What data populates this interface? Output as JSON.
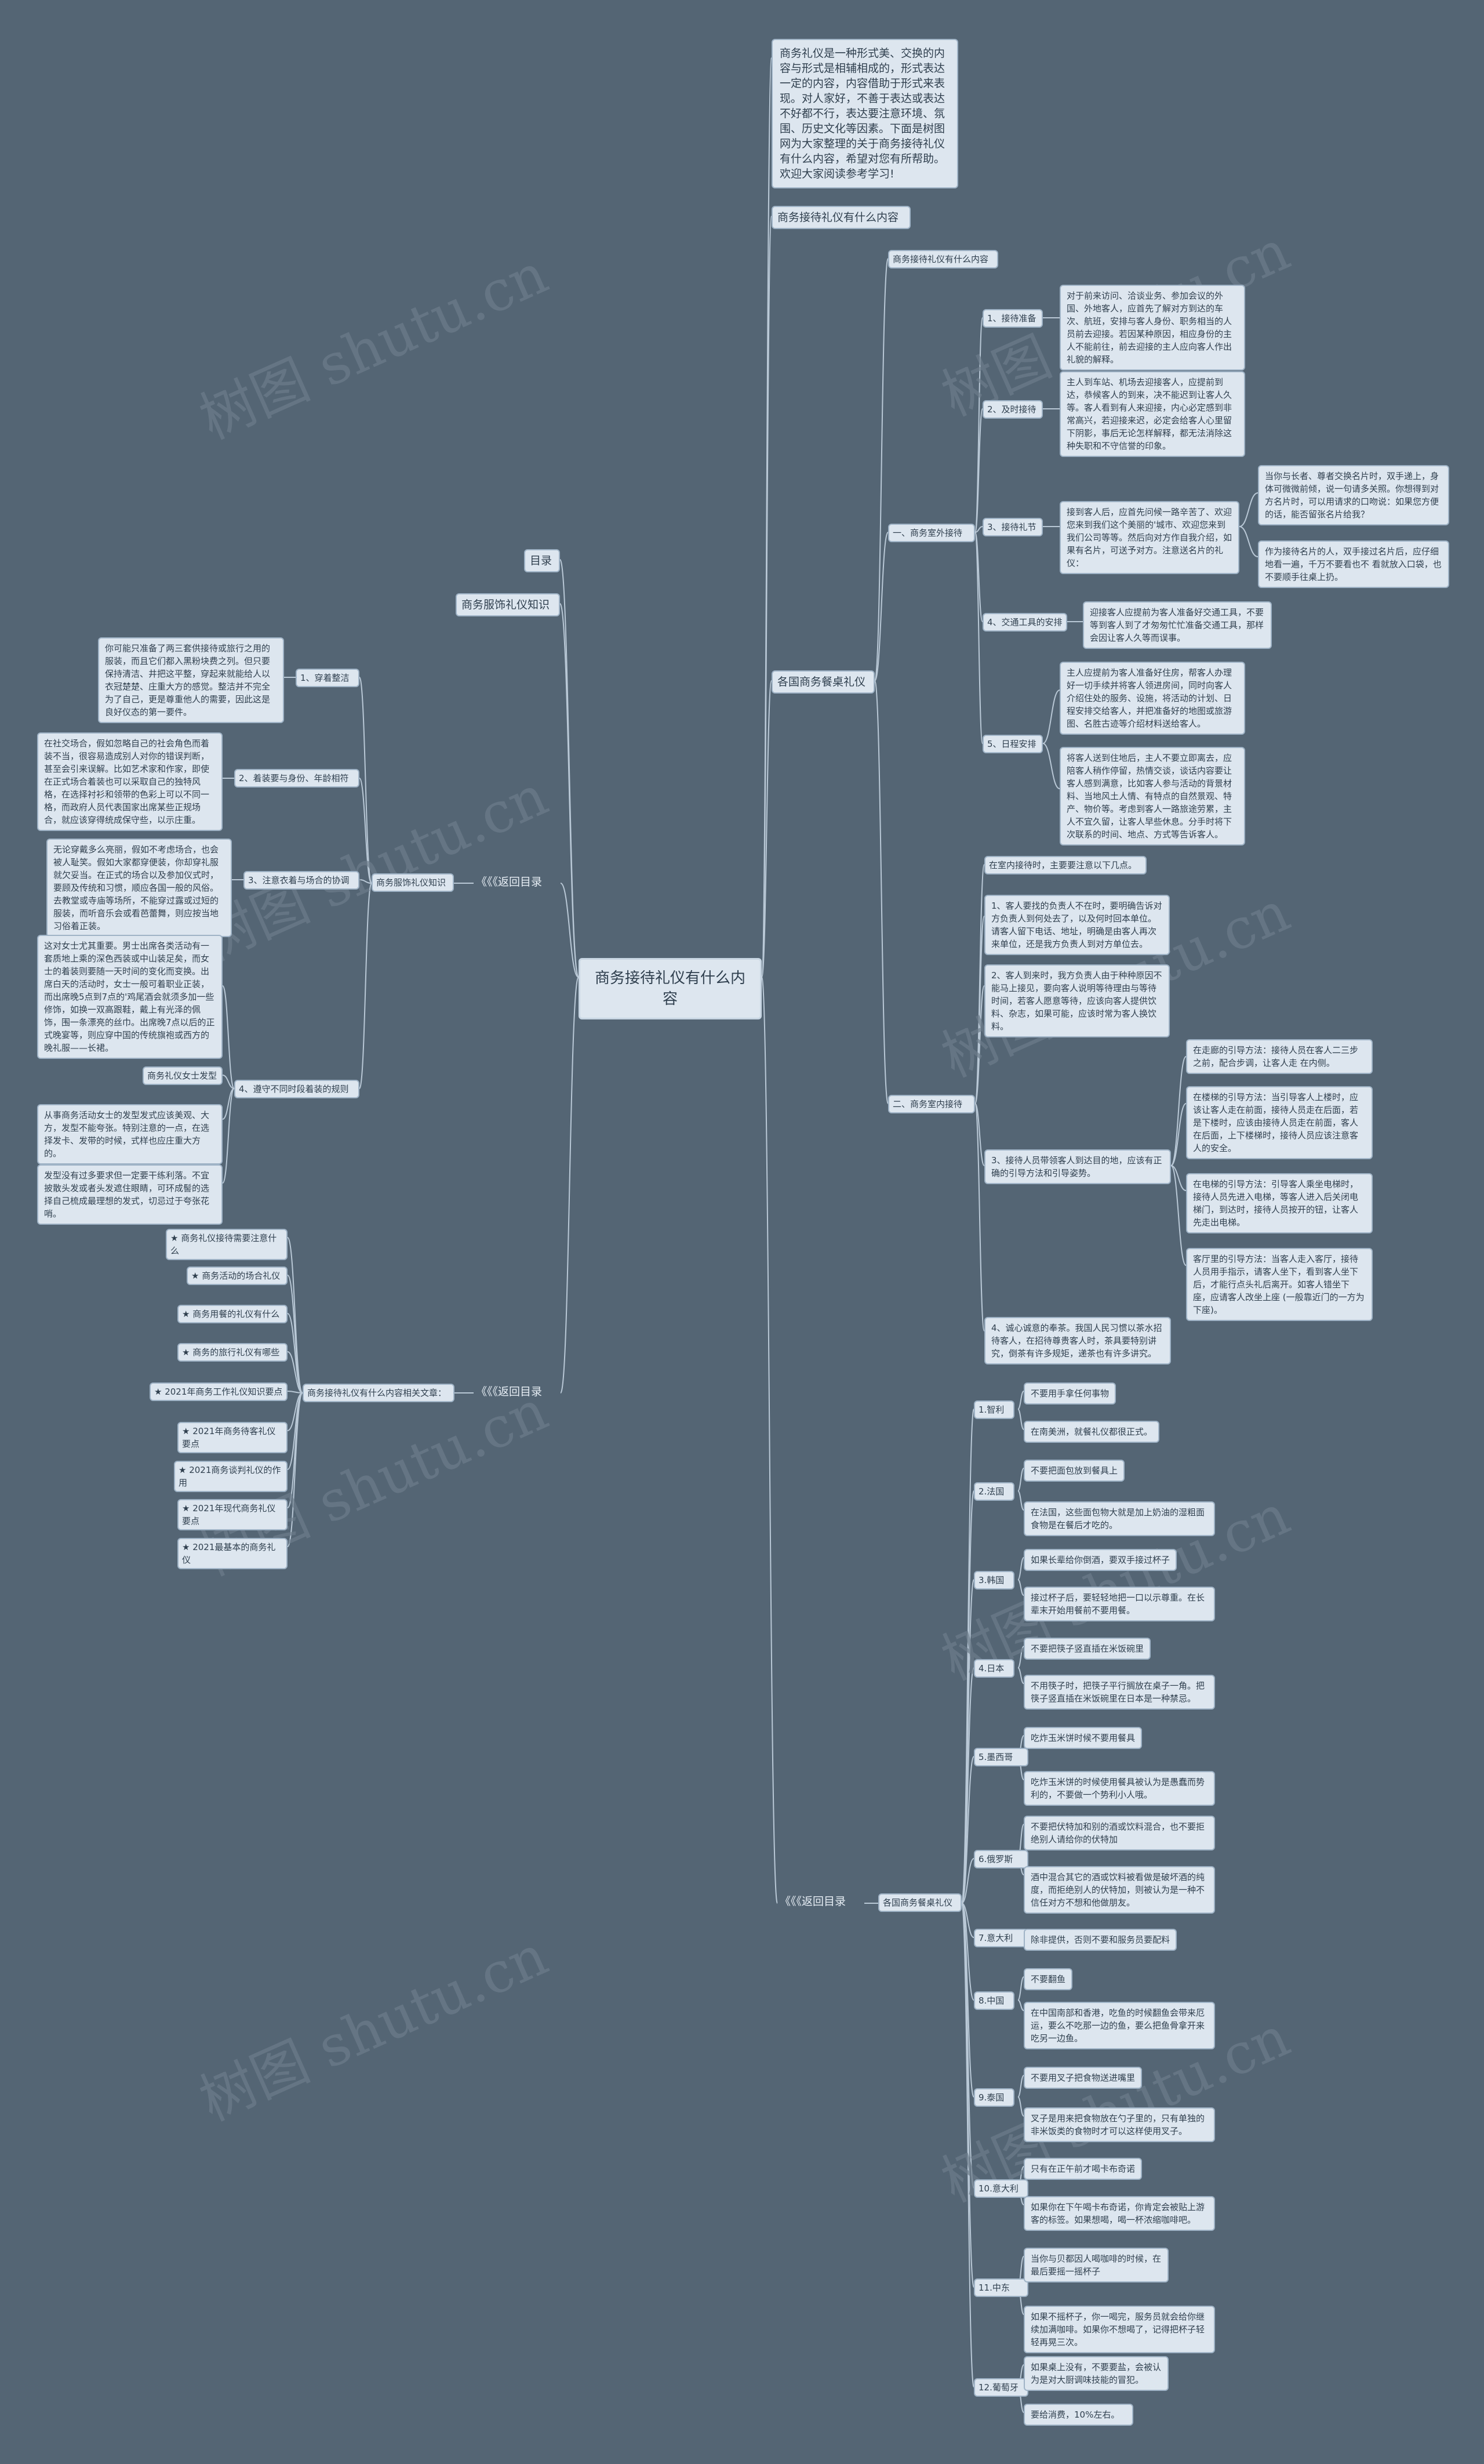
{
  "watermark": "树图 shutu.cn",
  "center": "商务接待礼仪有什么内容",
  "left": {
    "catalog": "目录",
    "dress_title": "商务服饰礼仪知识",
    "back1": "《《《返回目录",
    "dress_sub": "商务服饰礼仪知识",
    "dress_items": [
      {
        "label": "1、穿着整洁",
        "text": "你可能只准备了两三套供接待或旅行之用的服装，而且它们都入黑粉块费之列。但只要保持清洁、井把这平整，穿起来就能给人以衣冠楚楚、庄重大方的感觉。整洁并不完全为了自己，更是尊重他人的需要，因此这是良好仪态的第一要件。"
      },
      {
        "label": "2、着装要与身份、年龄相符",
        "text": "在社交场合，假如忽略自己的社会角色而着装不当，很容易造成别人对你的错误判断，甚至会引来误解。比如艺术家和作家，即使在正式场合着装也可以采取自己的独特风格，在选择衬衫和领带的色彩上可以不同一格，而政府人员代表国家出席某些正规场合，就应该穿得统成保守些，以示庄重。"
      },
      {
        "label": "3、注意衣着与场合的协调",
        "text": "无论穿戴多么亮丽，假如不考虑场合，也会被人耻笑。假如大家都穿便装，你却穿礼服就欠妥当。在正式的场合以及参加仪式时，要顾及传统和习惯，顺应各国一般的风俗。去教堂或寺庙等场所，不能穿过露或过短的服装，而听音乐会或看芭蕾舞，则应按当地习俗着正装。"
      },
      {
        "label": "4、遵守不同时段着装的规则",
        "texts": [
          "这对女士尤其重要。男士出席各类活动有一套质地上乘的深色西装或中山装足矣，而女士的着装则要随一天时间的变化而变换。出席白天的活动时，女士一般可着职业正装，而出席晚5点到7点的'鸡尾酒会就须多加一些修饰，如换一双高跟鞋，戴上有光泽的佩饰，围一条漂亮的丝巾。出席晚7点以后的正式晚宴等，则应穿中国的传统旗袍或西方的晚礼服——长裙。",
          "商务礼仪女士发型",
          "从事商务活动女士的发型发式应该美观、大方，发型不能夸张。特别注意的一点，在选择发卡、发带的时候，式样也应庄重大方的。",
          "发型没有过多要求但一定要干练利落。不宜披散头发或者头发遮住眼睛，可环成髻的选择自己梳成最理想的发式，切忌过于夸张花哨。"
        ]
      }
    ],
    "back2": "《《《返回目录",
    "article_title": "商务接待礼仪有什么内容相关文章：",
    "articles": [
      "★ 商务礼仪接待需要注意什么",
      "★ 商务活动的场合礼仪",
      "★ 商务用餐的礼仪有什么",
      "★ 商务的旅行礼仪有哪些",
      "★ 2021年商务工作礼仪知识要点",
      "★ 2021年商务待客礼仪要点",
      "★ 2021商务谈判礼仪的作用",
      "★ 2021年现代商务礼仪要点",
      "★ 2021最基本的商务礼仪"
    ]
  },
  "right": {
    "summary": "商务礼仪是一种形式美、交换的内容与形式是相辅相成的，形式表达一定的内容，内容借助于形式来表现。对人家好，不善于表达或表达不好都不行，表达要注意环境、氛围、历史文化等因素。下面是树图网为大家整理的关于商务接待礼仪有什么内容，希望对您有所帮助。欢迎大家阅读参考学习!",
    "what_title": "商务接待礼仪有什么内容",
    "what_sub": "商务接待礼仪有什么内容",
    "outdoor": {
      "title": "一、商务室外接待",
      "items": [
        {
          "label": "1、接待准备",
          "text": "对于前来访问、洽谈业务、参加会议的外国、外地客人，应首先了解对方到达的车次、航班，安排与客人身份、职务相当的人员前去迎接。若因某种原因，相应身份的主人不能前往，前去迎接的主人应向客人作出礼貌的解释。"
        },
        {
          "label": "2、及时接待",
          "text": "主人到车站、机场去迎接客人，应提前到达，恭候客人的到来，决不能迟到让客人久等。客人看到有人来迎接，内心必定感到非常高兴，若迎接来迟，必定会给客人心里留下阴影，事后无论怎样解释，都无法消除这种失职和不守信誉的印象。"
        },
        {
          "label": "3、接待礼节",
          "text": "接到客人后，应首先问候一路辛苦了、欢迎您来到我们这个美丽的'城市、欢迎您来到我们公司等等。然后向对方作自我介绍，如果有名片，可送予对方。注意送名片的礼仪：",
          "subs": [
            "当你与长者、尊者交换名片时，双手递上，身体可微微前倾，说一句请多关照。你想得到对方名片时，可以用请求的口吻说：如果您方便的话，能否留张名片给我？",
            "作为接待名片的人，双手接过名片后，应仔细地看一遍，千万不要看也不 看就放入口袋，也不要顺手往桌上扔。"
          ]
        },
        {
          "label": "4、交通工具的安排",
          "text": "迎接客人应提前为客人准备好交通工具，不要等到客人到了才匆匆忙忙准备交通工具，那样会因让客人久等而误事。"
        },
        {
          "label": "5、日程安排",
          "texts": [
            "主人应提前为客人准备好住房，帮客人办理好一切手续并将客人领进房间，同时向客人介绍住处的服务、设施，将活动的计划、日程安排交给客人，并把准备好的地图或旅游图、名胜古迹等介绍材料送给客人。",
            "将客人送到住地后，主人不要立即离去，应陪客人稍作停留，热情交谈，谈话内容要让客人感到满意，比如客人参与活动的背景材料、当地风土人情、有特点的自然景观、特产、物价等。考虑到客人一路旅途劳累，主人不宜久留，让客人早些休息。分手时将下次联系的时间、地点、方式等告诉客人。"
          ]
        }
      ]
    },
    "indoor": {
      "title": "二、商务室内接待",
      "items": [
        "在室内接待时，主要要注意以下几点。",
        "1、客人要找的负责人不在时，要明确告诉对方负责人到何处去了，以及何时回本单位。请客人留下电话、地址，明确是由客人再次来单位，还是我方负责人到对方单位去。",
        "2、客人到来时，我方负责人由于种种原因不能马上接见，要向客人说明等待理由与等待时间，若客人愿意等待，应该向客人提供饮料、杂志，如果可能，应该时常为客人换饮料。",
        {
          "text": "3、接待人员带领客人到达目的地，应该有正确的引导方法和引导姿势。",
          "subs": [
            "在走廊的引导方法：接待人员在客人二三步之前，配合步调，让客人走 在内侧。",
            "在楼梯的引导方法：当引导客人上楼时，应该让客人走在前面，接待人员走在后面，若是下楼时，应该由接待人员走在前面，客人在后面，上下楼梯时，接待人员应该注意客人的安全。",
            "在电梯的引导方法：引导客人乘坐电梯时，接待人员先进入电梯，等客人进入后关闭电梯门，到达时，接待人员按开的钮，让客人先走出电梯。",
            "客厅里的引导方法：当客人走入客厅，接待人员用手指示，请客人坐下，看到客人坐下后，才能行点头礼后离开。如客人错坐下座，应请客人改坐上座 (一般靠近门的一方为下座)。"
          ]
        },
        "4、诚心诚意的奉茶。我国人民习惯以茶水招待客人，在招待尊贵客人时，茶具要特别讲究，倒茶有许多规矩，递茶也有许多讲究。"
      ]
    },
    "dining_title": "各国商务餐桌礼仪",
    "back3": "《《《返回目录",
    "dining_sub": "各国商务餐桌礼仪",
    "countries": [
      {
        "label": "1.智利",
        "items": [
          "不要用手拿任何事物",
          "在南美洲，就餐礼仪都很正式。"
        ]
      },
      {
        "label": "2.法国",
        "items": [
          "不要把面包放到餐具上",
          "在法国，这些面包物大就是加上奶油的湿粗面食物是在餐后才吃的。"
        ]
      },
      {
        "label": "3.韩国",
        "items": [
          "如果长辈给你倒酒，要双手接过杯子",
          "接过杯子后，要轻轻地把一口以示尊重。在长辈末开始用餐前不要用餐。"
        ]
      },
      {
        "label": "4.日本",
        "items": [
          "不要把筷子竖直插在米饭碗里",
          "不用筷子时，把筷子平行搁放在桌子一角。把筷子竖直插在米饭碗里在日本是一种禁忌。"
        ]
      },
      {
        "label": "5.墨西哥",
        "items": [
          "吃炸玉米饼时候不要用餐具",
          "吃炸玉米饼的时候使用餐具被认为是愚蠢而势利的，不要做一个势利小人哦。"
        ]
      },
      {
        "label": "6.俄罗斯",
        "items": [
          "不要把伏特加和别的酒或饮料混合，也不要拒绝别人请给你的伏特加",
          "酒中混合其它的酒或饮料被看做是破坏酒的纯度，而拒绝别人的伏特加，则被认为是一种不信任对方不想和他做朋友。"
        ]
      },
      {
        "label": "7.意大利",
        "items": [
          "除非提供，否则不要和服务员要配料"
        ]
      },
      {
        "label": "8.中国",
        "items": [
          "不要翻鱼",
          "在中国南部和香港，吃鱼的时候翻鱼会带来厄运，要么不吃那一边的鱼，要么把鱼骨拿开来吃另一边鱼。"
        ]
      },
      {
        "label": "9.泰国",
        "items": [
          "不要用叉子把食物送进嘴里",
          "叉子是用来把食物放在勺子里的，只有单独的非米饭类的食物时才可以这样使用叉子。"
        ]
      },
      {
        "label": "10.意大利",
        "items": [
          "只有在正午前才喝卡布奇诺",
          "如果你在下午喝卡布奇诺，你肯定会被贴上游客的标签。如果想喝，喝一杯浓缩咖啡吧。"
        ]
      },
      {
        "label": "11.中东",
        "items": [
          "当你与贝都因人喝咖啡的时候，在最后要摇一摇杯子",
          "如果不摇杯子，你一喝完，服务员就会给你继续加满咖啡。如果你不想喝了，记得把杯子轻轻再晃三次。"
        ]
      },
      {
        "label": "12.葡萄牙",
        "items": [
          "如果桌上没有，不要要盐，会被认为是对大厨调味技能的冒犯。",
          "要给消费，10%左右。"
        ]
      }
    ]
  }
}
